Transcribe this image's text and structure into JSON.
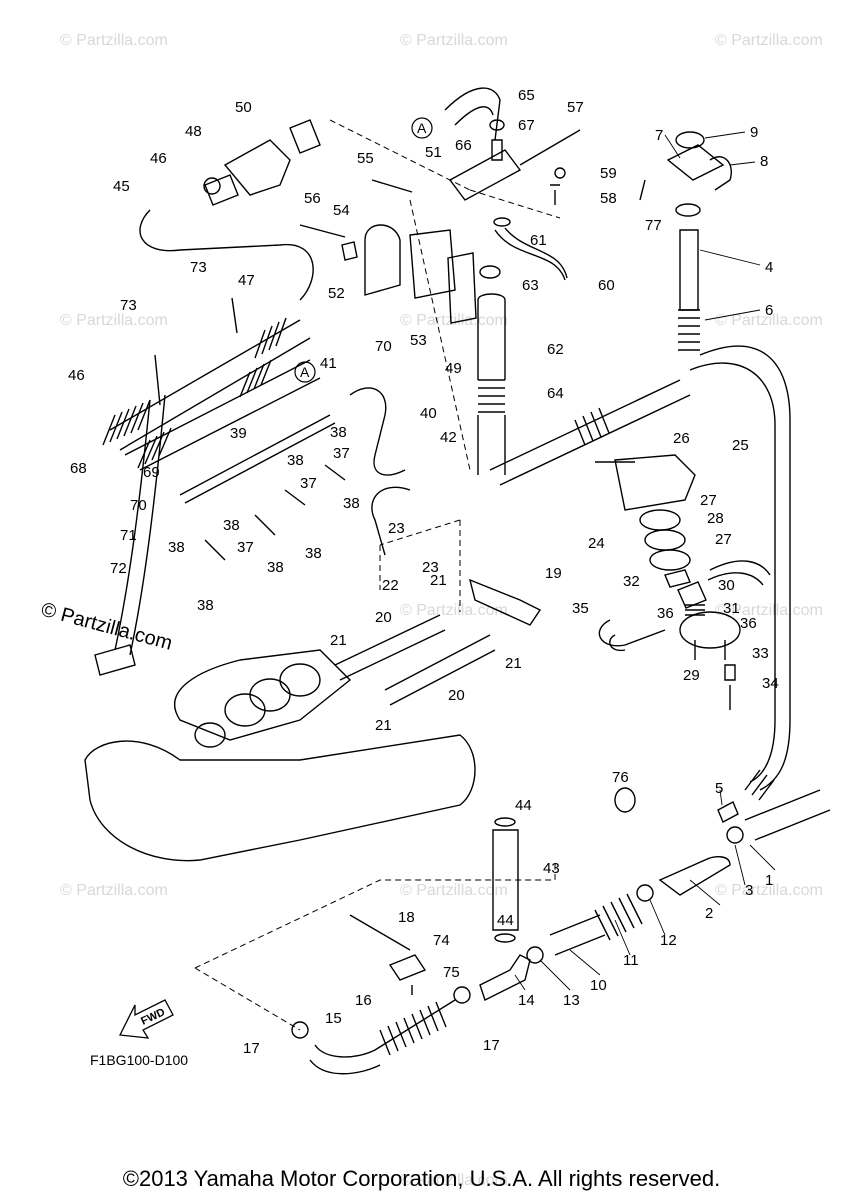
{
  "watermark": "© Partzilla.com",
  "brand_watermark": "© Partzilla.com",
  "diagram_code": "F1BG100-D100",
  "fwd_label": "FWD",
  "ref_marker": "A",
  "copyright": "©2013 Yamaha Motor Corporation, U.S.A. All rights reserved.",
  "callouts": [
    "1",
    "2",
    "3",
    "4",
    "5",
    "6",
    "7",
    "8",
    "9",
    "10",
    "11",
    "12",
    "13",
    "14",
    "15",
    "16",
    "17",
    "17",
    "18",
    "19",
    "20",
    "20",
    "21",
    "21",
    "21",
    "21",
    "22",
    "23",
    "23",
    "24",
    "25",
    "26",
    "27",
    "27",
    "28",
    "29",
    "30",
    "31",
    "32",
    "33",
    "34",
    "35",
    "36",
    "36",
    "37",
    "37",
    "37",
    "38",
    "38",
    "38",
    "38",
    "38",
    "38",
    "38",
    "38",
    "39",
    "40",
    "41",
    "42",
    "43",
    "44",
    "44",
    "45",
    "46",
    "46",
    "47",
    "48",
    "49",
    "50",
    "51",
    "52",
    "53",
    "54",
    "55",
    "56",
    "57",
    "58",
    "59",
    "60",
    "61",
    "62",
    "63",
    "64",
    "65",
    "66",
    "67",
    "68",
    "69",
    "70",
    "70",
    "71",
    "72",
    "73",
    "73",
    "74",
    "75",
    "76",
    "77"
  ]
}
